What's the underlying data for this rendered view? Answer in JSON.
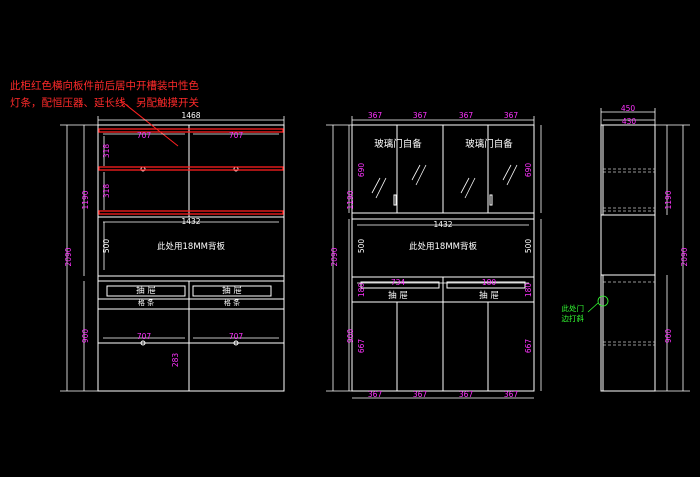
{
  "colors": {
    "background": "#000000",
    "outline": "#ffffff",
    "dimension": "#ff33ff",
    "red_shelf": "#ff2020",
    "note_red": "#ff2a2a",
    "callout_green": "#33ff33",
    "hidden_line": "#c8c8c8"
  },
  "note": {
    "line1": "此柜红色横向板件前后居中开槽装中性色",
    "line2": "灯条，配恒压器、延长线、另配触摸开关"
  },
  "left_view": {
    "dim_total_width": "1468",
    "dim_upper_left": "707",
    "dim_upper_right": "707",
    "dim_shelf_1": "318",
    "dim_shelf_2": "318",
    "dim_inner_width": "1432",
    "dim_upper_height": "1190",
    "dim_total_height": "2090",
    "dim_niche": "500",
    "dim_lower": "900",
    "dim_lower_left": "707",
    "dim_lower_right": "707",
    "dim_lower_shelf": "283",
    "backboard_text": "此处用18MM背板",
    "drawer_label_left": "抽  屉",
    "drawer_label_right": "抽  屉",
    "drawer_sub_left": "格 条",
    "drawer_sub_right": "格 条"
  },
  "middle_view": {
    "dims_top": [
      "367",
      "367",
      "367",
      "367"
    ],
    "dims_bottom": [
      "367",
      "367",
      "367",
      "367"
    ],
    "glass_left": "玻璃门自备",
    "glass_right": "玻璃门自备",
    "dim_inner_width": "1432",
    "backboard_text": "此处用18MM背板",
    "dim_drawer_left": "734",
    "dim_drawer_right": "180",
    "drawer_label_left": "抽  屉",
    "drawer_label_right": "抽  屉",
    "dim_upper_height": "1190",
    "dim_total_height": "2090",
    "dim_glass": "690",
    "dim_niche": "500",
    "dim_drawer": "180",
    "dim_lower": "900",
    "dim_lower_door": "667",
    "dim_glass_right": "690",
    "dim_niche_right": "500",
    "dim_lower_door_right": "667"
  },
  "side_view": {
    "dim_depth_top": "450",
    "dim_depth_inner": "430",
    "dim_upper_height": "1190",
    "dim_total_height": "2090",
    "dim_lower": "900",
    "callout_line1": "此处门",
    "callout_line2": "边打斜"
  }
}
